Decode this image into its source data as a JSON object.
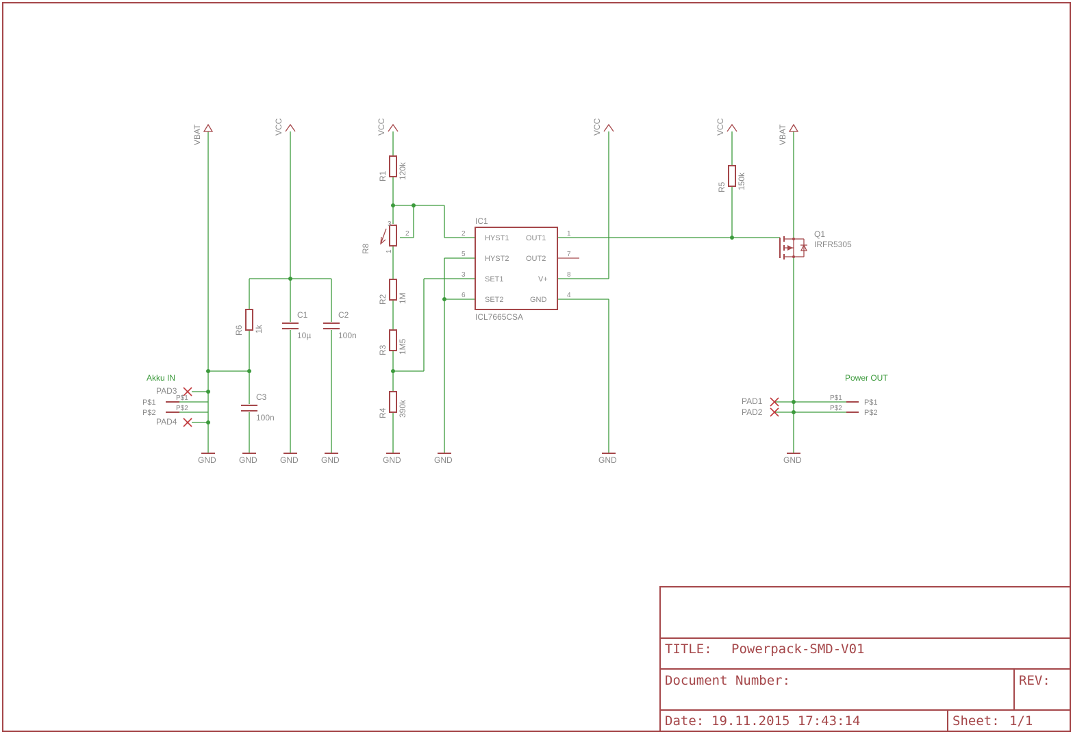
{
  "supplies": {
    "vbat": "VBAT",
    "vcc": "VCC",
    "gnd": "GND"
  },
  "input_connector": {
    "label": "Akku IN",
    "pad3": "PAD3",
    "pad4": "PAD4",
    "p1": "P$1",
    "p2": "P$2"
  },
  "output_connector": {
    "label": "Power OUT",
    "pad1": "PAD1",
    "pad2": "PAD2",
    "p1": "P$1",
    "p2": "P$2"
  },
  "components": {
    "r1": {
      "ref": "R1",
      "value": "120k"
    },
    "r2": {
      "ref": "R2",
      "value": "1M"
    },
    "r3": {
      "ref": "R3",
      "value": "1M5"
    },
    "r4": {
      "ref": "R4",
      "value": "390k"
    },
    "r5": {
      "ref": "R5",
      "value": "150k"
    },
    "r6": {
      "ref": "R6",
      "value": "1k"
    },
    "r8": {
      "ref": "R8",
      "pin1": "1",
      "pin2": "2",
      "pin3": "3"
    },
    "c1": {
      "ref": "C1",
      "value": "10µ"
    },
    "c2": {
      "ref": "C2",
      "value": "100n"
    },
    "c3": {
      "ref": "C3",
      "value": "100n"
    },
    "q1": {
      "ref": "Q1",
      "value": "IRFR5305"
    },
    "ic1": {
      "ref": "IC1",
      "value": "ICL7665CSA",
      "left_pins": [
        {
          "name": "HYST1",
          "num": "2"
        },
        {
          "name": "HYST2",
          "num": "5"
        },
        {
          "name": "SET1",
          "num": "3"
        },
        {
          "name": "SET2",
          "num": "6"
        }
      ],
      "right_pins": [
        {
          "name": "OUT1",
          "num": "1"
        },
        {
          "name": "OUT2",
          "num": "7"
        },
        {
          "name": "V+",
          "num": "8"
        },
        {
          "name": "GND",
          "num": "4"
        }
      ]
    }
  },
  "title_block": {
    "title_label": "TITLE:",
    "title": "Powerpack-SMD-V01",
    "doc_label": "Document Number:",
    "rev_label": "REV:",
    "date_label": "Date:",
    "date": "19.11.2015 17:43:14",
    "sheet_label": "Sheet:",
    "sheet": "1/1"
  },
  "colors": {
    "wire": "#3c9a3c",
    "symbol": "#a5474a",
    "text": "#8a8a8a"
  }
}
